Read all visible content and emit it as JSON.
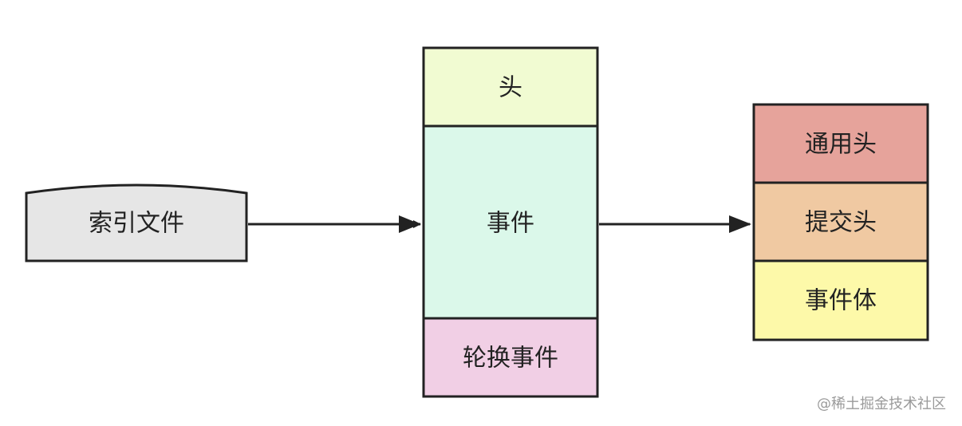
{
  "diagram": {
    "index_file": {
      "label": "索引文件",
      "fill": "#e6e6e6"
    },
    "segment": {
      "head": {
        "label": "头",
        "fill": "#f1fbd2"
      },
      "event": {
        "label": "事件",
        "fill": "#dbf8ea"
      },
      "rotate": {
        "label": "轮换事件",
        "fill": "#f1cfe5"
      }
    },
    "event_structure": {
      "common_header": {
        "label": "通用头",
        "fill": "#e6a39b"
      },
      "commit_header": {
        "label": "提交头",
        "fill": "#f0c9a2"
      },
      "event_body": {
        "label": "事件体",
        "fill": "#fdf9a9"
      }
    },
    "stroke_color": "#222222"
  },
  "watermark": "@稀土掘金技术社区"
}
